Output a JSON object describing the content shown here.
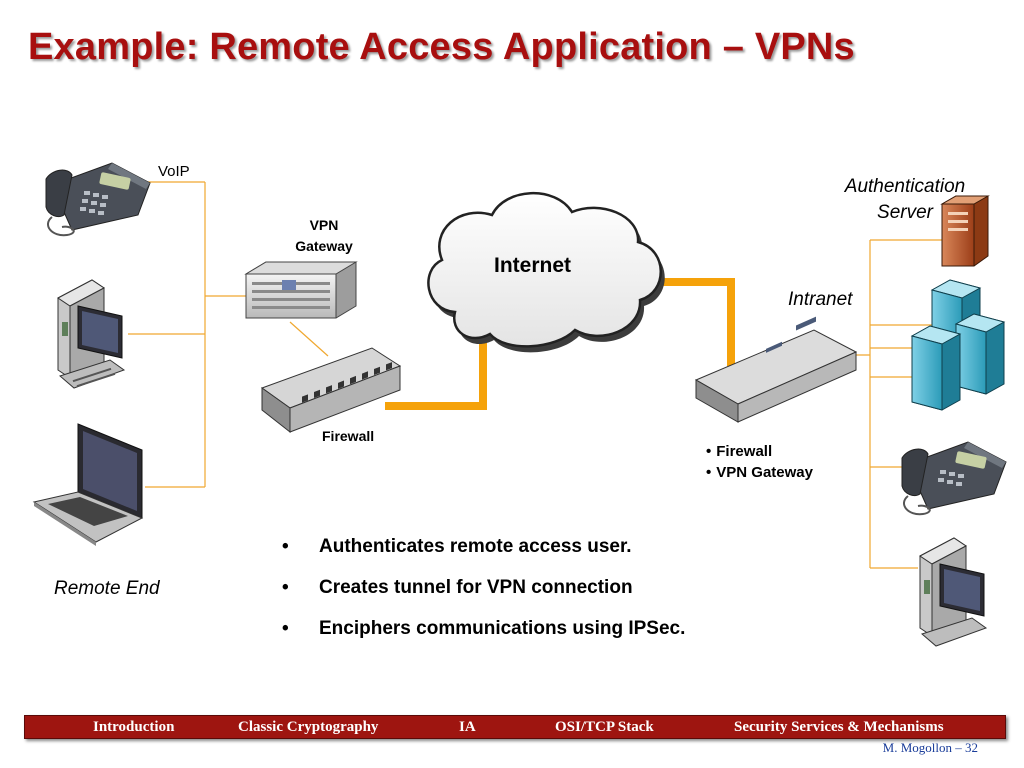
{
  "title": "Example: Remote Access Application – VPNs",
  "labels": {
    "voip": "VoIP",
    "vpn_gateway": "VPN\nGateway",
    "firewall": "Firewall",
    "internet": "Internet",
    "auth_server": "Authentication\nServer",
    "intranet": "Intranet",
    "remote_end": "Remote End"
  },
  "gateway_features": [
    "Firewall",
    "VPN Gateway"
  ],
  "bullets": [
    "Authenticates remote access user.",
    "Creates tunnel for VPN connection",
    "Enciphers communications using IPSec."
  ],
  "footer": {
    "items": [
      "Introduction",
      "Classic Cryptography",
      "IA",
      "OSI/TCP Stack",
      "Security Services & Mechanisms"
    ],
    "page": "M. Mogollon – 32"
  },
  "icons": {
    "remote_phone": "ip-phone-icon",
    "remote_desktop": "desktop-computer-icon",
    "remote_laptop": "laptop-icon",
    "vpn_gateway": "rack-server-icon",
    "remote_firewall": "network-switch-icon",
    "cloud": "cloud-icon",
    "gateway_router": "router-icon",
    "auth_server": "tower-server-icon",
    "intranet_servers": "server-cluster-icon",
    "intranet_phone": "ip-phone-icon",
    "intranet_desktop": "desktop-computer-icon"
  },
  "colors": {
    "title": "#a80f0f",
    "link": "#f5a20a",
    "thin_line": "#f0a830",
    "footer_bg": "#9e1510",
    "footer_text": "#ffffff",
    "page_number": "#1a3d9a"
  }
}
